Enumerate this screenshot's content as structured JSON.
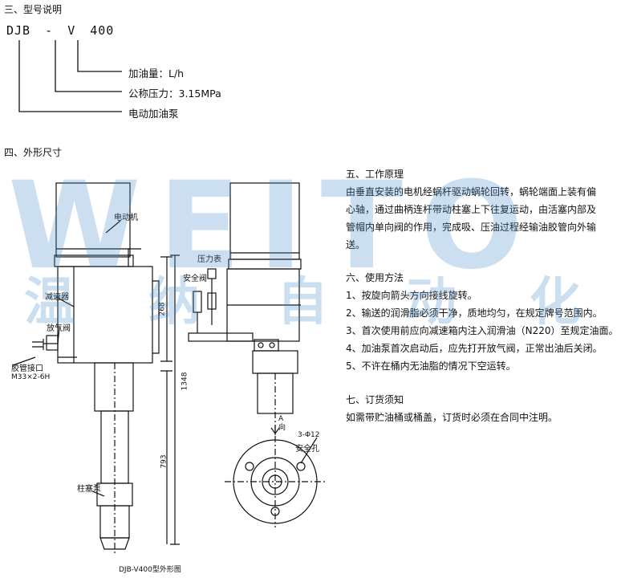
{
  "section3": {
    "heading": "三、型号说明",
    "model_parts": [
      "DJB",
      "-",
      "V",
      "400"
    ],
    "labels": [
      "加油量：L/h",
      "公称压力：3.15MPa",
      "电动加油泵"
    ]
  },
  "section4": {
    "heading": "四、外形尺寸",
    "left_labels": {
      "motor": "电动机",
      "reducer": "减速器",
      "vent": "放气阀",
      "hose": "胶管接口",
      "hose_thread": "M33×2-6H",
      "plunger": "柱塞泵"
    },
    "right_labels": {
      "gauge": "压力表",
      "safety_valve": "安全阀",
      "direction": "A 向",
      "holes": "3-Φ12",
      "safety_hole": "安全孔"
    },
    "dims": [
      "268",
      "1348",
      "793"
    ],
    "caption": "DJB-V400型外形图"
  },
  "section5": {
    "heading": "五、工作原理",
    "lines": [
      "由垂直安装的电机经蜗杆驱动蜗轮回转，蜗轮端面上装有偏",
      "心轴，通过曲柄连杆带动柱塞上下往复运动，由活塞内部及",
      "管帽内单向阀的作用，完成吸、压油过程经输油胶管向外输",
      "送。"
    ]
  },
  "section6": {
    "heading": "六、使用方法",
    "items": [
      "1、按旋向箭头方向接线旋转。",
      "2、输送的润滑脂必须干净，质地均匀，在规定牌号范围内。",
      "3、首次使用前应向减速箱内注入润滑油（N220）至规定油面。",
      "4、加油泵首次启动后，应先打开放气阀，正常出油后关闭。",
      "5、不许在桶内无油脂的情况下空运转。"
    ]
  },
  "section7": {
    "heading": "七、订货须知",
    "text": "如需带贮油桶或桶盖，订货时必须在合同中注明。"
  },
  "watermark": {
    "latin": "WEITO",
    "cn": [
      "温",
      "纳",
      "自",
      "动",
      "化"
    ],
    "color": "#468cc8"
  }
}
